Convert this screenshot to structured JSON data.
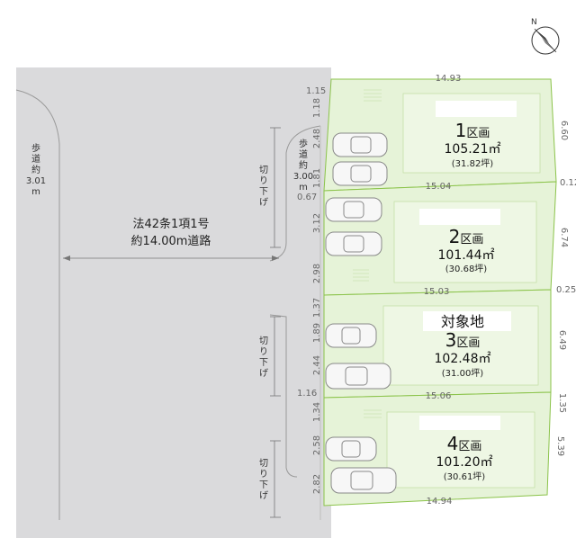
{
  "compass": {
    "north_label": "N"
  },
  "road": {
    "line1": "法42条1項1号",
    "line2": "約14.00m道路",
    "left_sidewalk": {
      "chars": [
        "歩",
        "道",
        "約"
      ],
      "width": "3.01",
      "unit": "m"
    },
    "right_sidewalk": {
      "chars": [
        "歩",
        "道",
        "約"
      ],
      "width": "3.00",
      "unit": "m"
    },
    "cut_label_chars": [
      "切",
      "り",
      "下",
      "げ"
    ]
  },
  "target_label": "対象地",
  "lots": [
    {
      "number": "1",
      "suffix": "区画",
      "area": "105.21㎡",
      "tsubo": "(31.82坪)"
    },
    {
      "number": "2",
      "suffix": "区画",
      "area": "101.44㎡",
      "tsubo": "(30.68坪)"
    },
    {
      "number": "3",
      "suffix": "区画",
      "area": "102.48㎡",
      "tsubo": "(31.00坪)"
    },
    {
      "number": "4",
      "suffix": "区画",
      "area": "101.20㎡",
      "tsubo": "(30.61坪)"
    }
  ],
  "dims": {
    "top": "14.93",
    "b12": "15.04",
    "b23": "15.03",
    "b34": "15.06",
    "bottom": "14.94",
    "r1": "6.60",
    "r12": "0.12",
    "r2": "6.74",
    "r23": "0.25",
    "r3": "6.49",
    "r34": "1.35",
    "r4": "5.39",
    "left_top_h": "1.15",
    "left_067": "0.67",
    "left_116": "1.16",
    "fv": [
      "1.18",
      "2.48",
      "1.81",
      "3.12",
      "2.98",
      "1.37",
      "1.89",
      "2.44",
      "1.34",
      "2.58",
      "2.82"
    ]
  },
  "colors": {
    "lot_fill": "#e6f3d8",
    "lot_stroke": "#8bc34a",
    "road_fill": "#dadadc",
    "building_fill": "#eef7e4"
  }
}
